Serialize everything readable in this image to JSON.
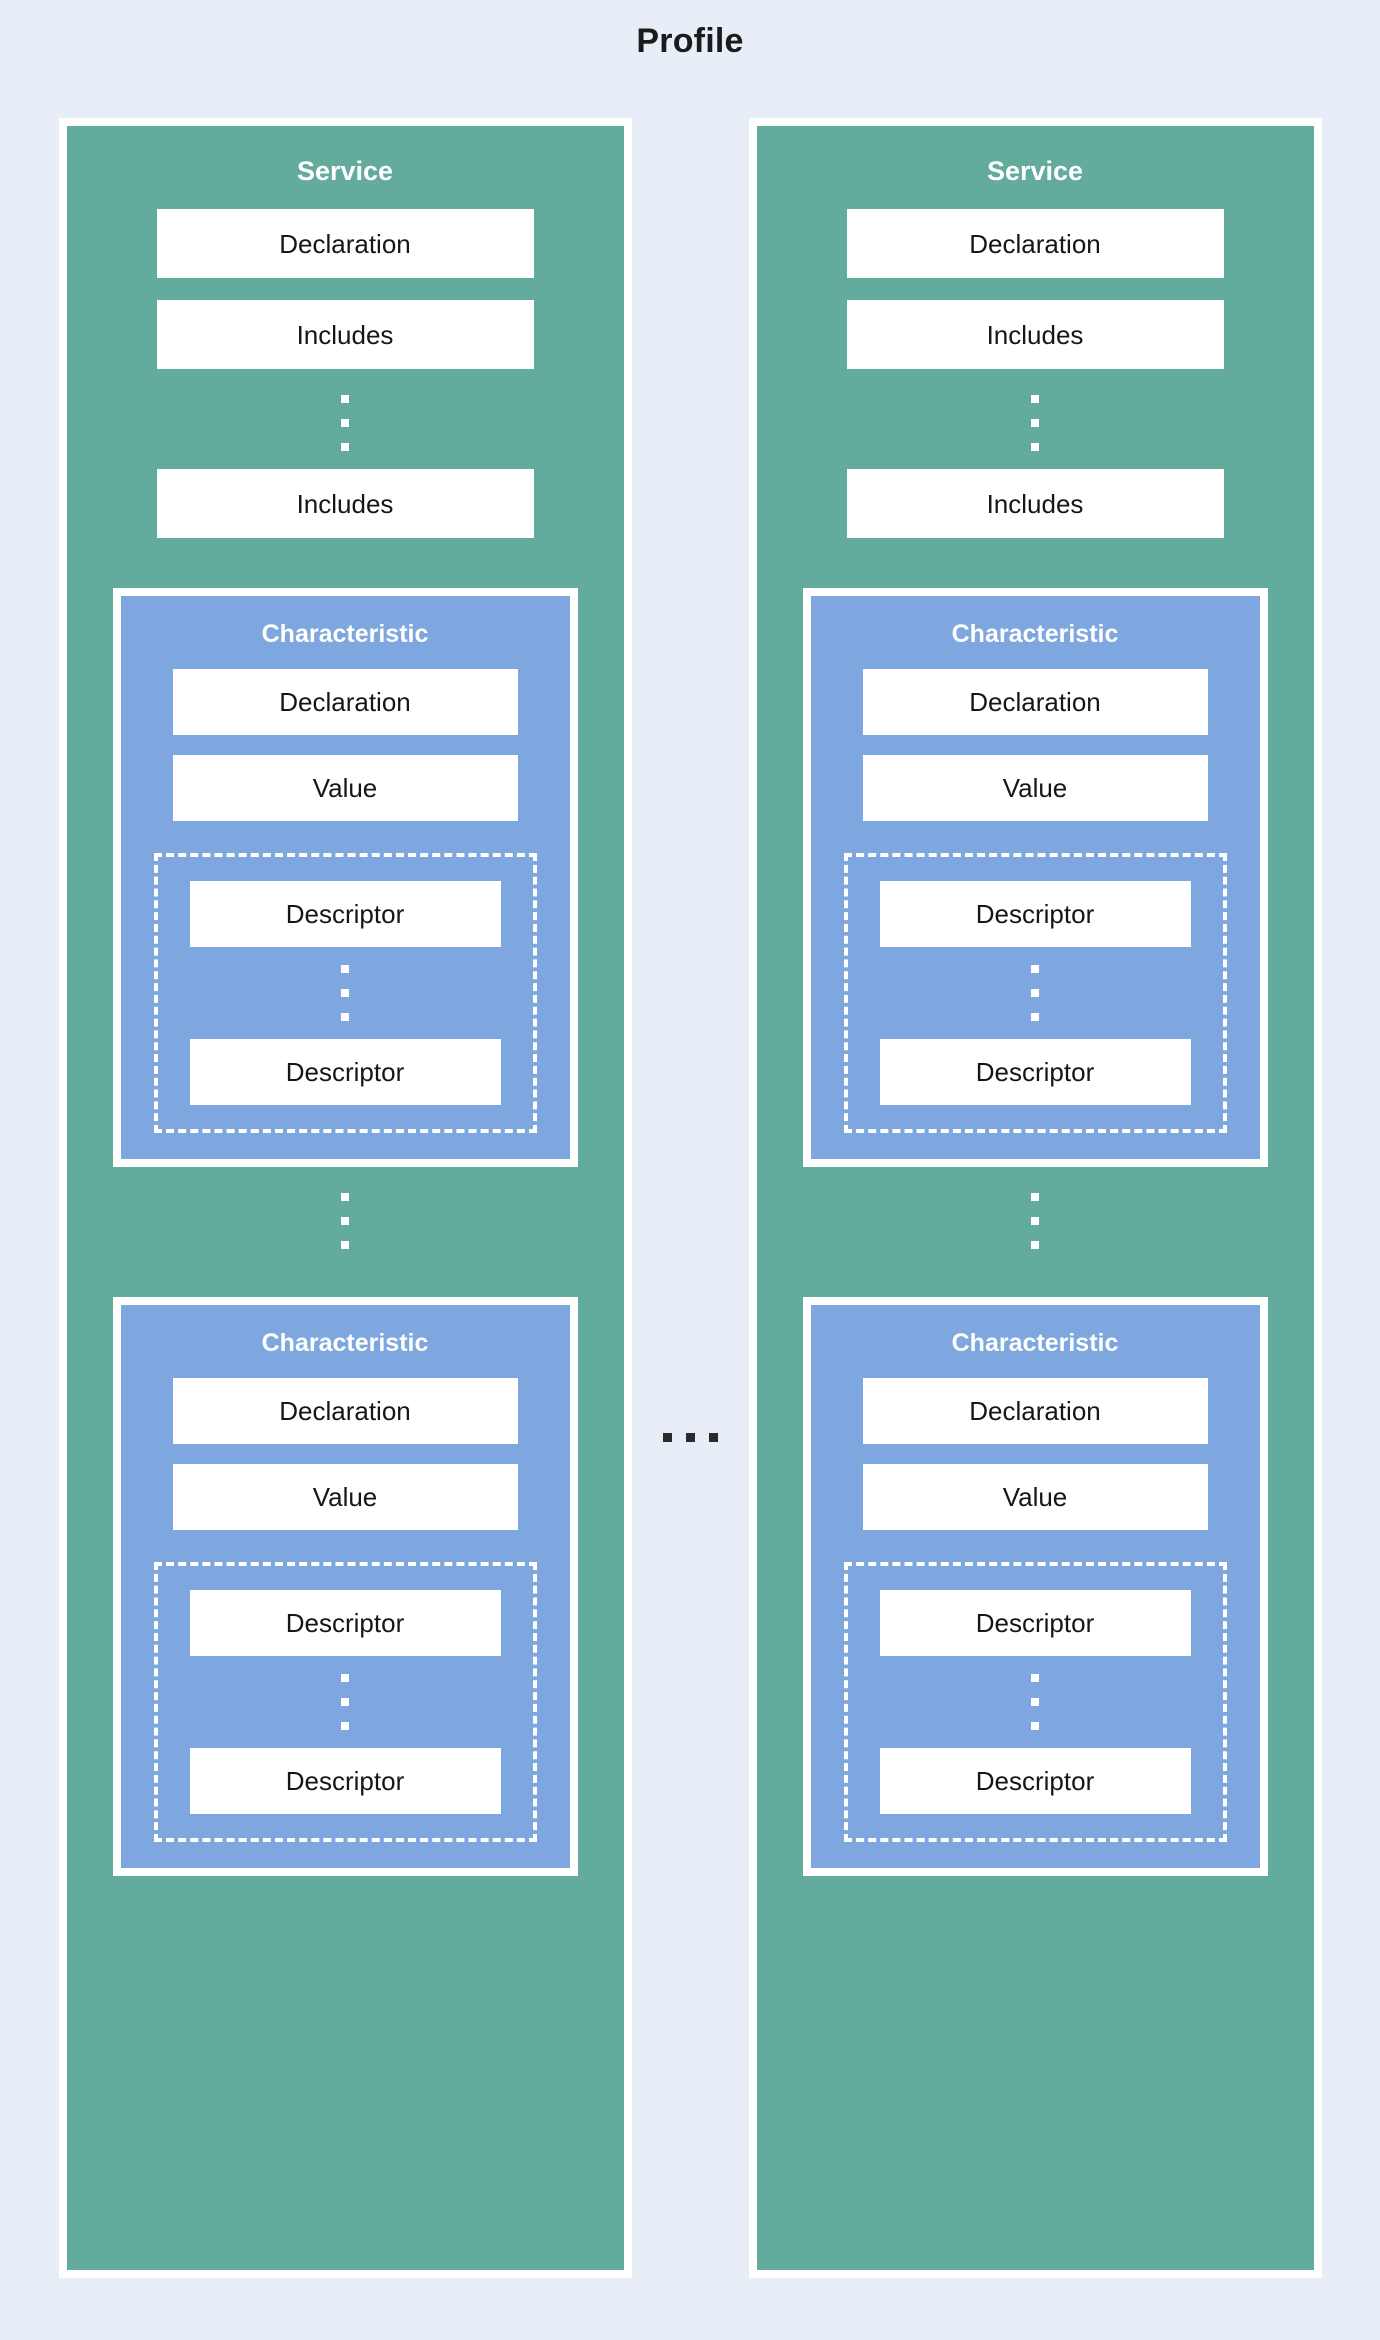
{
  "diagram": {
    "title": "Profile",
    "type": "nested-block-diagram",
    "background_color": "#e7eef8",
    "colors": {
      "service": "#63ab9c",
      "characteristic": "#7da7de",
      "box": "#ffffff",
      "border": "#ffffff",
      "title_text": "#1b1b1b",
      "header_text": "#ffffff",
      "box_text": "#161616",
      "ellipsis_dark": "#2b2b2b"
    },
    "between_services_ellipsis": "...",
    "services": [
      {
        "label": "Service",
        "boxes": [
          {
            "label": "Declaration"
          },
          {
            "label": "Includes"
          }
        ],
        "includes_ellipsis": "⋮",
        "last_box": {
          "label": "Includes"
        },
        "characteristics": [
          {
            "label": "Characteristic",
            "boxes": [
              {
                "label": "Declaration"
              },
              {
                "label": "Value"
              }
            ],
            "descriptors": [
              {
                "label": "Descriptor"
              },
              {
                "label": "Descriptor"
              }
            ],
            "descriptor_ellipsis": "⋮"
          },
          {
            "label": "Characteristic",
            "boxes": [
              {
                "label": "Declaration"
              },
              {
                "label": "Value"
              }
            ],
            "descriptors": [
              {
                "label": "Descriptor"
              },
              {
                "label": "Descriptor"
              }
            ],
            "descriptor_ellipsis": "⋮"
          }
        ],
        "characteristic_ellipsis": "⋮"
      },
      {
        "label": "Service",
        "boxes": [
          {
            "label": "Declaration"
          },
          {
            "label": "Includes"
          }
        ],
        "includes_ellipsis": "⋮",
        "last_box": {
          "label": "Includes"
        },
        "characteristics": [
          {
            "label": "Characteristic",
            "boxes": [
              {
                "label": "Declaration"
              },
              {
                "label": "Value"
              }
            ],
            "descriptors": [
              {
                "label": "Descriptor"
              },
              {
                "label": "Descriptor"
              }
            ],
            "descriptor_ellipsis": "⋮"
          },
          {
            "label": "Characteristic",
            "boxes": [
              {
                "label": "Declaration"
              },
              {
                "label": "Value"
              }
            ],
            "descriptors": [
              {
                "label": "Descriptor"
              },
              {
                "label": "Descriptor"
              }
            ],
            "descriptor_ellipsis": "⋮"
          }
        ],
        "characteristic_ellipsis": "⋮"
      }
    ]
  }
}
